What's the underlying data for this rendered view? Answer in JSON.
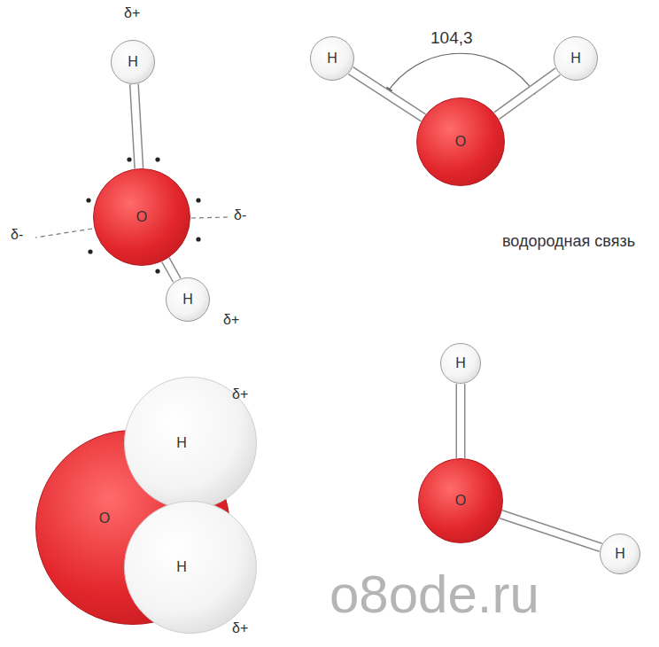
{
  "diagram": {
    "nodes": [
      {
        "text": [
          "H"
        ]
      },
      {
        "text": [
          "O"
        ]
      },
      {
        "text": [
          "H"
        ]
      },
      {
        "text": [
          "H"
        ]
      },
      {
        "text": [
          "H"
        ]
      },
      {
        "text": [
          "O"
        ]
      },
      {
        "text": [
          "H"
        ]
      },
      {
        "text": [
          "O"
        ]
      },
      {
        "text": [
          "H"
        ]
      },
      {
        "text": [
          "O"
        ]
      },
      {
        "text": [
          "H"
        ]
      },
      {
        "text": [
          "H"
        ]
      }
    ],
    "edges": [
      {
        "from": 0,
        "to": 1,
        "arrow": "none"
      },
      {
        "from": 1,
        "to": 2,
        "arrow": "none"
      },
      {
        "from": 3,
        "to": 5,
        "arrow": "none"
      },
      {
        "from": 4,
        "to": 5,
        "arrow": "none"
      },
      {
        "from": 5,
        "to": 6,
        "arrow": "none"
      },
      {
        "from": 6,
        "to": 7,
        "arrow": "none"
      },
      {
        "from": 7,
        "to": 8,
        "arrow": "none"
      }
    ],
    "labels": [
      "δ+",
      "δ-",
      "δ-",
      "δ+",
      "δ+",
      "δ+",
      "104,3",
      "водородная связь",
      "o8ode.ru"
    ]
  }
}
